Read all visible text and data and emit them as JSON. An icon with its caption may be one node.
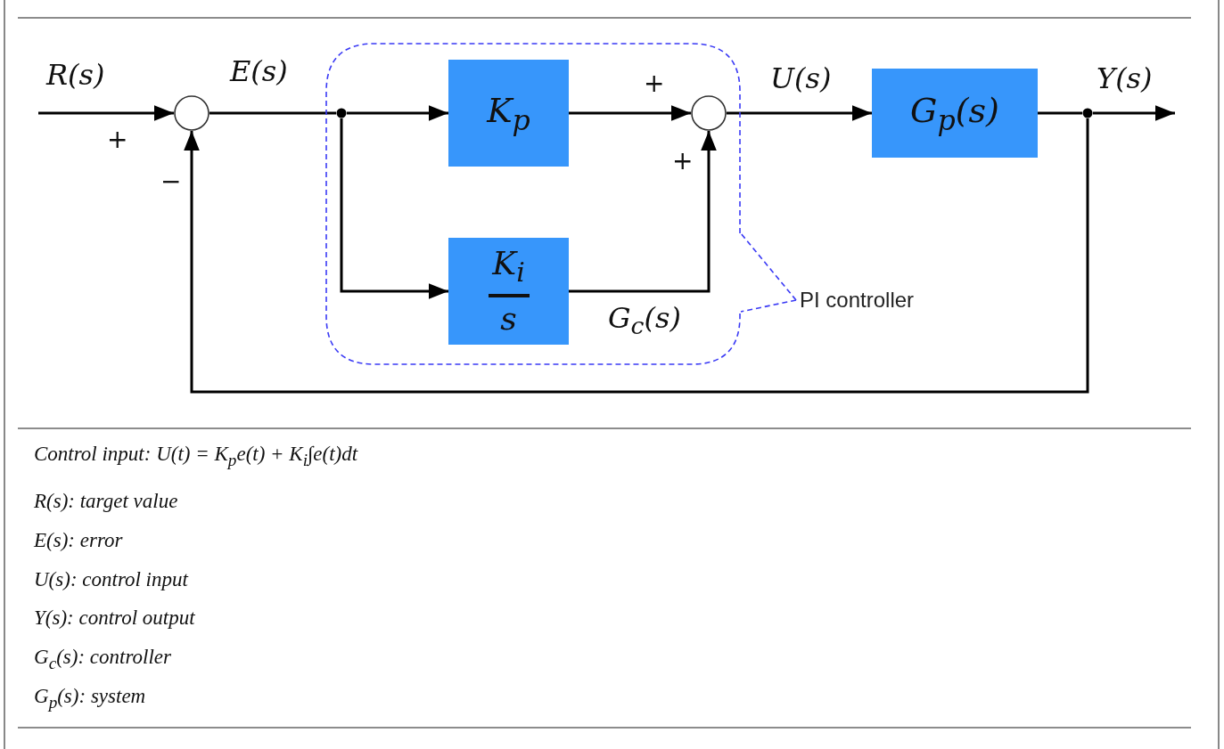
{
  "diagram": {
    "nodes": [
      {
        "text": [],
        "shape": "box"
      },
      {
        "text": [],
        "shape": "circle"
      },
      {
        "text": [],
        "shape": "dot",
        "in": 0
      },
      {
        "text": [
          "K$_{p}$"
        ],
        "in": 0
      },
      {
        "text": [
          "K$_{i}$",
          "s"
        ],
        "in": 0
      },
      {
        "text": [],
        "shape": "circle",
        "in": 0
      },
      {
        "text": [
          "G$_{p}$(s)"
        ]
      },
      {
        "text": [],
        "shape": "dot"
      },
      {
        "text": [
          "PI controller"
        ]
      }
    ],
    "edges": [
      {
        "from": null,
        "to": 1,
        "arrow": "to",
        "label": "R(s)"
      },
      {
        "from": 1,
        "to": 2,
        "arrow": "none",
        "label": "E(s)"
      },
      {
        "from": 2,
        "to": 3,
        "arrow": "to"
      },
      {
        "from": 2,
        "to": 4,
        "arrow": "to"
      },
      {
        "from": 3,
        "to": 5,
        "arrow": "to"
      },
      {
        "from": 4,
        "to": 5,
        "arrow": "to"
      },
      {
        "from": 5,
        "to": 6,
        "arrow": "to",
        "label": "U(s)"
      },
      {
        "from": 6,
        "to": 7,
        "arrow": "none"
      },
      {
        "from": 7,
        "to": null,
        "arrow": "to",
        "label": "Y(s)"
      },
      {
        "from": 7,
        "to": 1,
        "arrow": "to"
      },
      {
        "from": 8,
        "to": 0,
        "arrow": "none",
        "style": "dashed",
        "color": "#3a3af5"
      }
    ],
    "labels": [
      "+",
      "+",
      "+",
      "−",
      "G$_{c}$(s)",
      "Control input: U(t) = K$_{p}$e(t) + K$_{i}$∫e(t)dt",
      "R(s): target value",
      "E(s): error",
      "U(s): control input",
      "Y(s): control output",
      "G$_{c}$(s): controller",
      "G$_{p}$(s): system"
    ]
  }
}
